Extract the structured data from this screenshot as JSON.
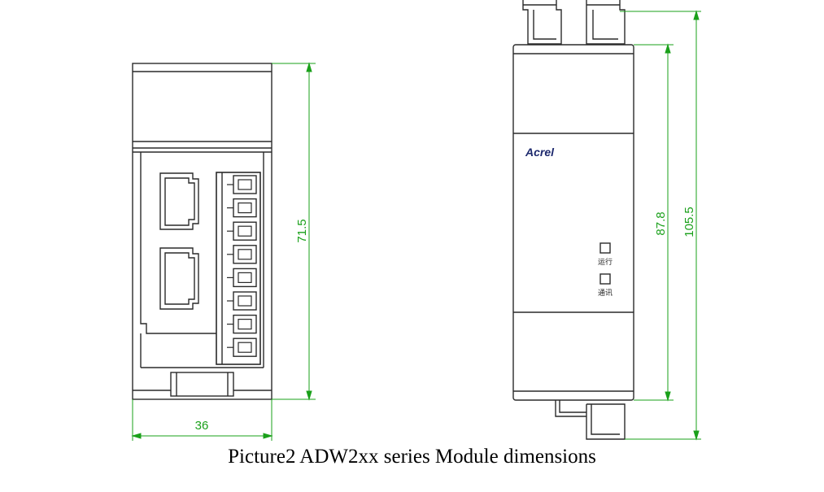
{
  "caption": "Picture2 ADW2xx series Module dimensions",
  "dimensions": {
    "front_width": "36",
    "front_height": "71.5",
    "side_body_height": "87.8",
    "side_total_height": "105.5"
  },
  "brand": "Acrel",
  "indicators": {
    "run_label": "运行",
    "comm_label": "通讯"
  },
  "colors": {
    "outline": "#2a2a2a",
    "dimension_line": "#1aa01a",
    "brand": "#1e2a6e"
  }
}
